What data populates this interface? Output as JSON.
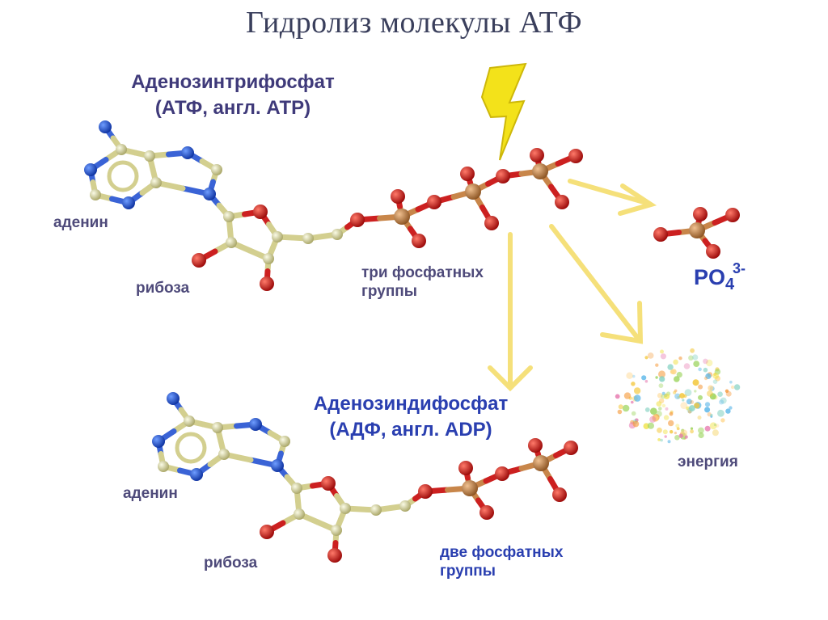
{
  "title": "Гидролиз молекулы АТФ",
  "atp": {
    "name": "Аденозинтрифосфат",
    "abbr": "(АТФ, англ. АТР)",
    "adenine": "аденин",
    "ribose": "рибоза",
    "phosphates_line1": "три фосфатных",
    "phosphates_line2": "группы"
  },
  "adp": {
    "name": "Аденозиндифосфат",
    "abbr": "(АДФ, англ. ADP)",
    "adenine": "аденин",
    "ribose": "рибоза",
    "phosphates_line1": "две фосфатных",
    "phosphates_line2": "группы"
  },
  "phosphate": {
    "formula": "PO",
    "subscript": "4",
    "charge": "3-"
  },
  "energy": "энергия",
  "colors": {
    "carbon": "#dcd9a0",
    "nitrogen": "#1f4fd0",
    "oxygen": "#d81818",
    "phosphorus": "#c8864a",
    "arrow": "#f5e07a",
    "lightning": "#f3e21a"
  }
}
